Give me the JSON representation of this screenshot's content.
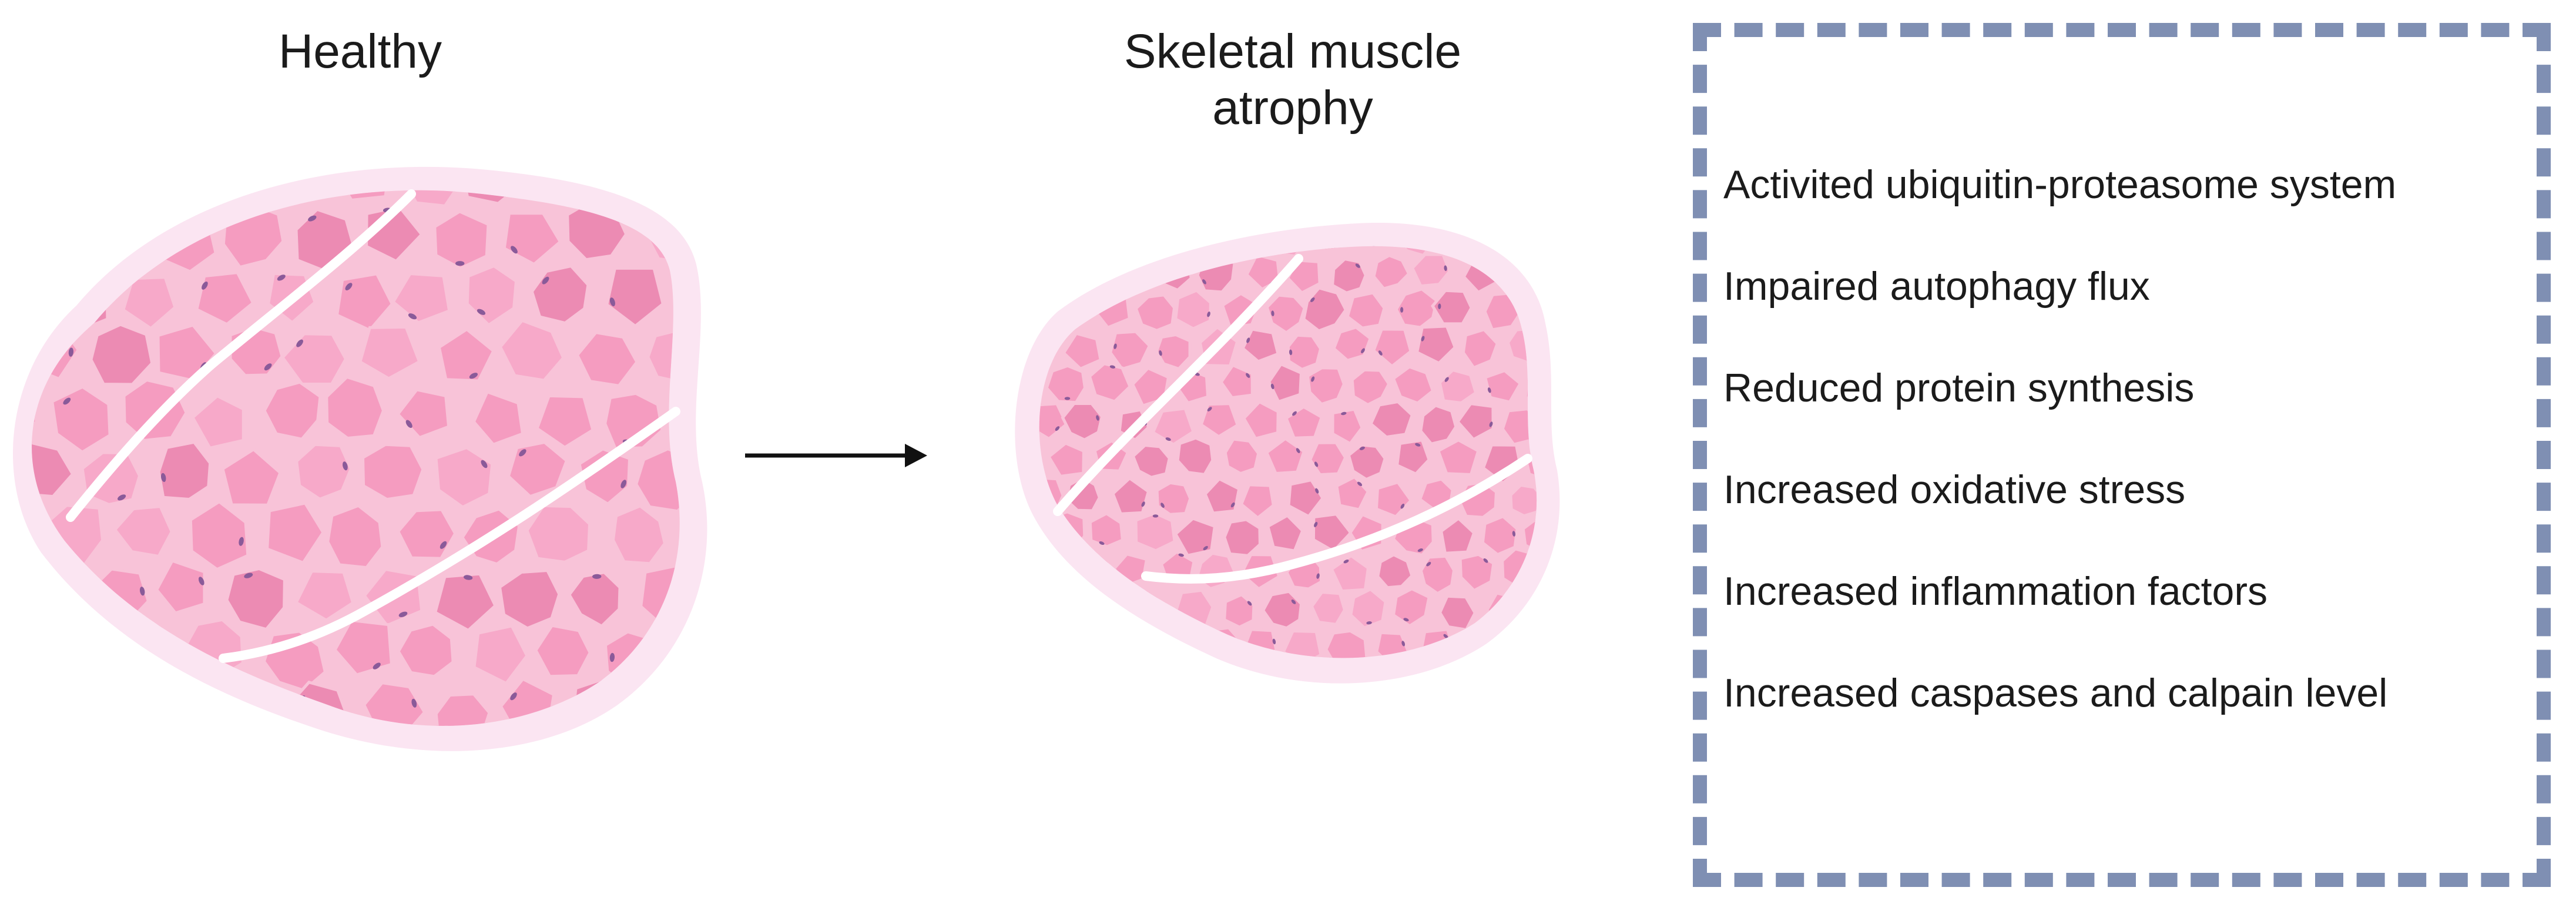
{
  "labels": {
    "healthy": "Healthy",
    "atrophy_line1": "Skeletal muscle",
    "atrophy_line2": "atrophy"
  },
  "factors": [
    "Activited ubiquitin-proteasome system",
    "Impaired autophagy flux",
    "Reduced protein synthesis",
    "Increased oxidative stress",
    "Increased inflammation factors",
    "Increased caspases and calpain level"
  ],
  "colors": {
    "halo": "#fbe5f2",
    "fiber": "#f59cc0",
    "fiber_light": "#f7a9c9",
    "fiber_dark": "#ec8bb3",
    "fiber_edge": "#f8c3d8",
    "nucleus": "#8a5a99",
    "box_border": "#7f8fb3",
    "arrow": "#111111",
    "text": "#1b1b1b"
  }
}
